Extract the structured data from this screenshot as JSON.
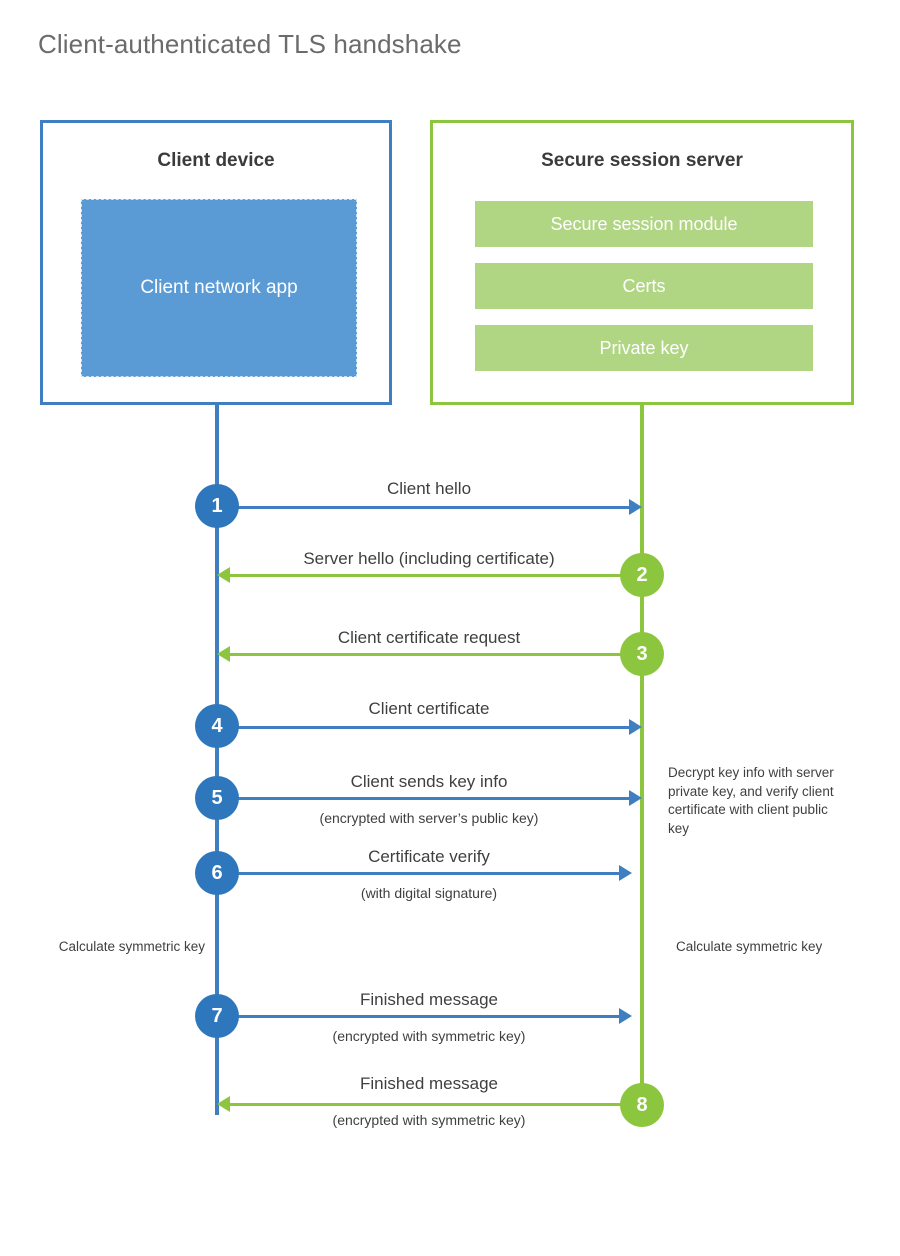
{
  "title": "Client-authenticated TLS handshake",
  "colors": {
    "blue_border": "#3f7fc1",
    "blue_circle": "#2e77bc",
    "blue_fill": "#5b9bd5",
    "green_border": "#8cc63f",
    "green_fill": "#b0d684",
    "title_gray": "#6b6b6b",
    "text_gray": "#3f3f3f"
  },
  "client_panel": {
    "title": "Client device",
    "app_label": "Client network app"
  },
  "server_panel": {
    "title": "Secure session server",
    "bars": [
      {
        "label": "Secure session module"
      },
      {
        "label": "Certs"
      },
      {
        "label": "Private key"
      }
    ]
  },
  "steps": [
    {
      "number": "1",
      "label": "Client hello",
      "sub": "",
      "direction": "client-to-server",
      "color": "blue"
    },
    {
      "number": "2",
      "label": "Server hello (including certificate)",
      "sub": "",
      "direction": "server-to-client",
      "color": "green"
    },
    {
      "number": "3",
      "label": "Client certificate request",
      "sub": "",
      "direction": "server-to-client",
      "color": "green"
    },
    {
      "number": "4",
      "label": "Client certificate",
      "sub": "",
      "direction": "client-to-server",
      "color": "blue"
    },
    {
      "number": "5",
      "label": "Client sends key info",
      "sub": "(encrypted with server’s public key)",
      "direction": "client-to-server",
      "color": "blue"
    },
    {
      "number": "6",
      "label": "Certificate verify",
      "sub": "(with digital signature)",
      "direction": "client-to-server",
      "color": "blue"
    },
    {
      "number": "7",
      "label": "Finished message",
      "sub": "(encrypted with symmetric key)",
      "direction": "client-to-server",
      "color": "blue"
    },
    {
      "number": "8",
      "label": "Finished message",
      "sub": "(encrypted with symmetric key)",
      "direction": "server-to-client",
      "color": "green"
    }
  ],
  "notes": {
    "server_decrypt": "Decrypt key info with server private key, and verify client certificate with client public key",
    "client_calculate": "Calculate symmetric key",
    "server_calculate": "Calculate symmetric key"
  }
}
